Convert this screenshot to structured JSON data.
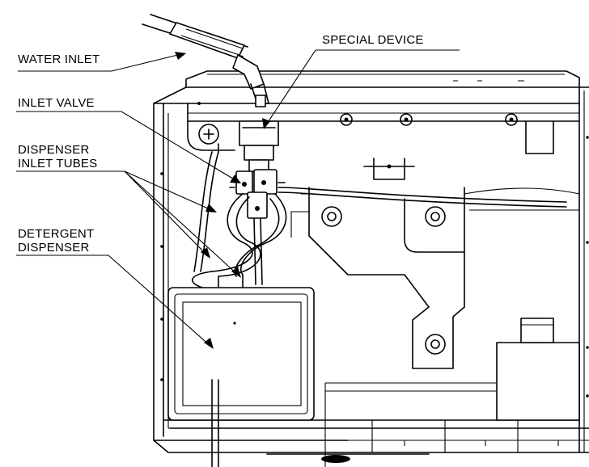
{
  "labels": {
    "water_inlet": "WATER INLET",
    "special_device": "SPECIAL DEVICE",
    "inlet_valve": "INLET VALVE",
    "dispenser_inlet_tubes_1": "DISPENSER",
    "dispenser_inlet_tubes_2": "INLET TUBES",
    "detergent_dispenser_1": "DETERGENT",
    "detergent_dispenser_2": "DISPENSER"
  }
}
